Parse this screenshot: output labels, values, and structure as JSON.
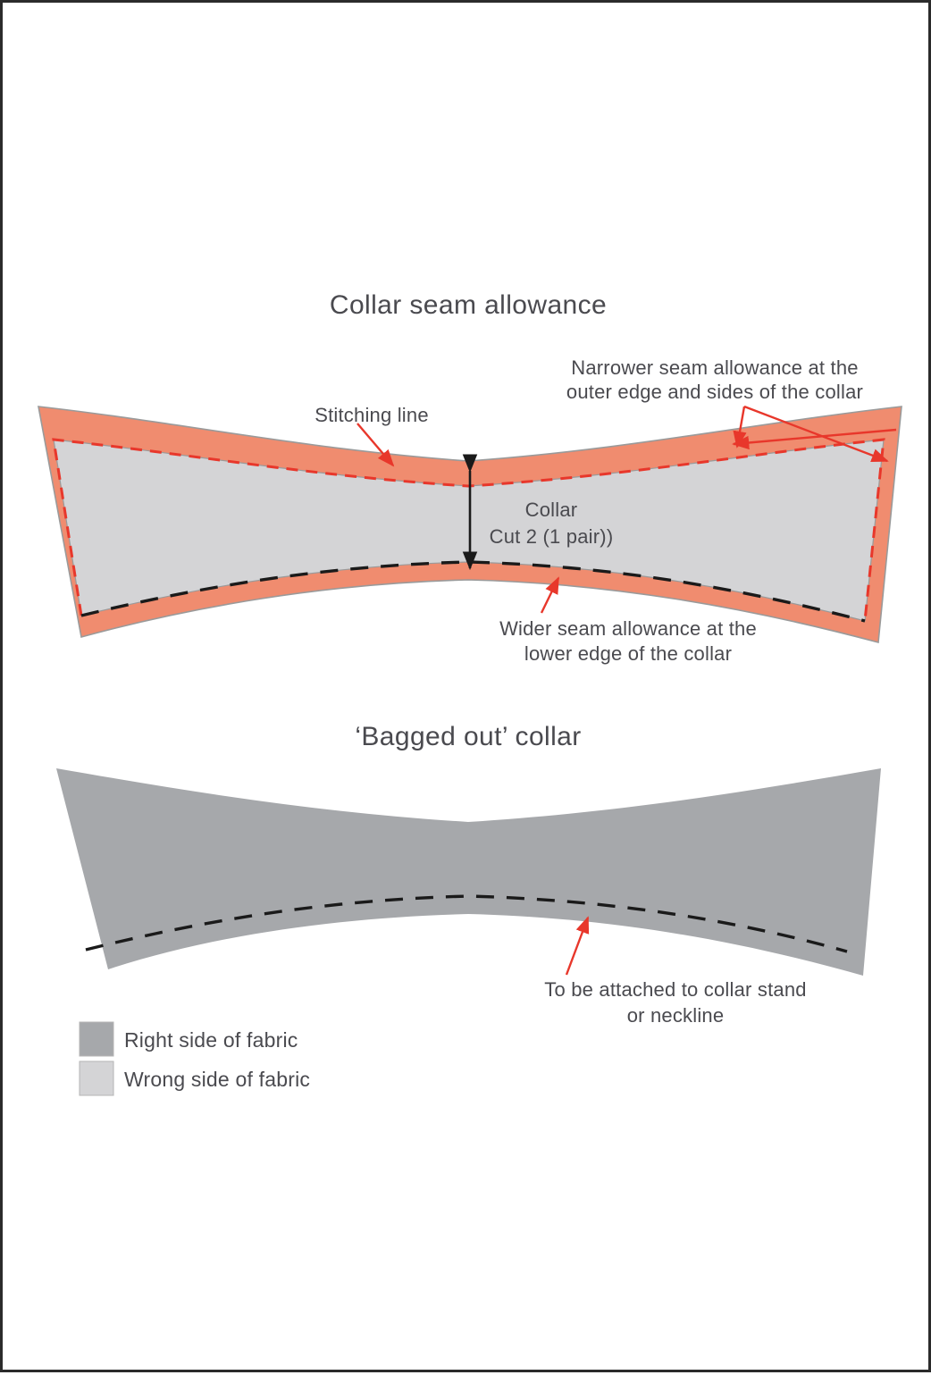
{
  "page": {
    "border_color": "#2b2b2b",
    "background": "#ffffff"
  },
  "colors": {
    "seam_allowance": "#F08C6F",
    "wrong_side_fabric": "#D4D4D6",
    "right_side_fabric": "#A6A8AB",
    "stitching_line_red": "#E8372B",
    "fold_line_black": "#1a1a1a",
    "text": "#4a4a4f",
    "outline": "#8a8a8a"
  },
  "sections": {
    "top": {
      "title": "Collar seam allowance",
      "labels": {
        "stitching_line": "Stitching line",
        "narrower": {
          "line1": "Narrower seam allowance at the",
          "line2": "outer edge and sides of the collar"
        },
        "wider": {
          "line1": "Wider seam allowance at the",
          "line2": "lower edge of the collar"
        },
        "piece": {
          "line1": "Collar",
          "line2": "Cut 2 (1 pair))"
        }
      }
    },
    "bottom": {
      "title": "‘Bagged out’ collar",
      "labels": {
        "attach": {
          "line1": "To be attached to collar stand",
          "line2": "or neckline"
        }
      }
    }
  },
  "legend": {
    "items": [
      {
        "label": "Right side of fabric",
        "swatch": "#A6A8AB"
      },
      {
        "label": "Wrong side of fabric",
        "swatch": "#D4D4D6"
      }
    ]
  }
}
